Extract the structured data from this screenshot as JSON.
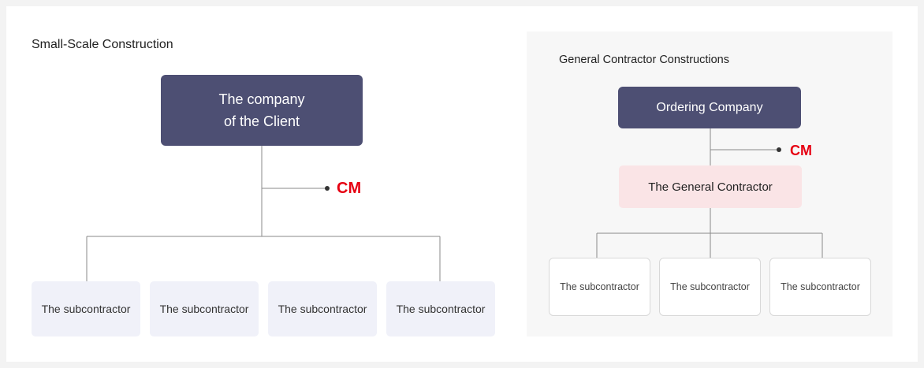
{
  "left": {
    "title": "Small-Scale Construction",
    "top_box": [
      "The company",
      "of the Client"
    ],
    "cm_label": "CM",
    "subcontractors": [
      "The subcontractor",
      "The subcontractor",
      "The subcontractor",
      "The subcontractor"
    ]
  },
  "right": {
    "title": "General Contractor Constructions",
    "top_box": "Ordering Company",
    "cm_label": "CM",
    "general_contractor": "The General Contractor",
    "subcontractors": [
      "The subcontractor",
      "The subcontractor",
      "The subcontractor"
    ]
  },
  "colors": {
    "dark_box": "#4d4f73",
    "cm_red": "#e60012",
    "general_contractor_bg": "#fae4e6",
    "left_sub_bg": "#f0f1f9"
  }
}
